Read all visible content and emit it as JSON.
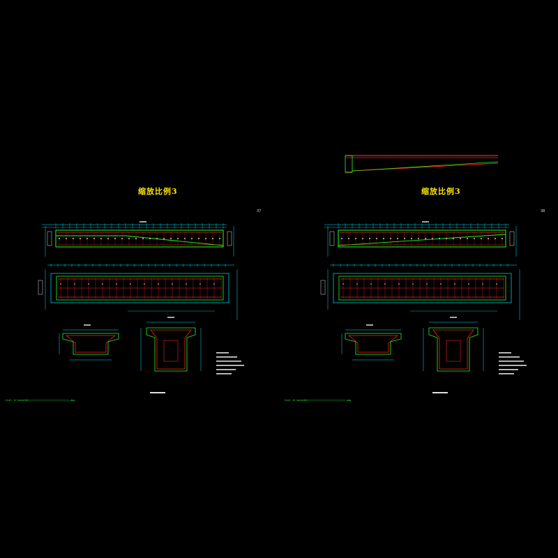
{
  "sheets": [
    {
      "title": "缩放比例3",
      "sheet_no": "37",
      "footer_path": "Xref: D:\\AutoCAD\\\\\\\\\\\\\\\\\\\\\\\\\\\\\\\\\\\\\\\\\\\\\\\\\\\\\\\\\\\\.dwg"
    },
    {
      "title": "缩放比例3",
      "sheet_no": "38",
      "footer_path": "Xref: D:\\AutoCAD\\\\\\\\\\\\\\\\\\\\\\\\\\\\\\\\\\\\\\\\\\\\\\\\\\\\\\\\.dwg"
    }
  ],
  "colors": {
    "background": "#000000",
    "concrete_outline": "#20ff20",
    "rebar": "#ff2020",
    "dimension": "#00e5ff",
    "title": "#ffe600",
    "text": "#e0e0e0"
  }
}
